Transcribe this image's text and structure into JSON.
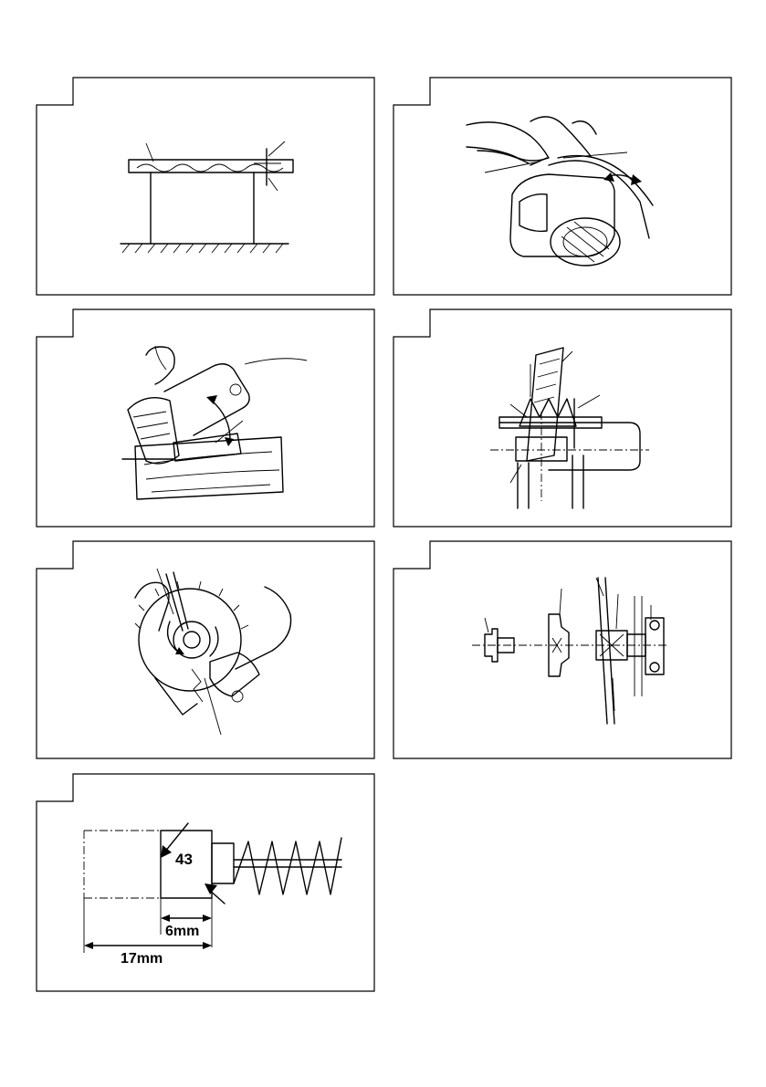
{
  "figure7": {
    "wear_limit_label": "6mm",
    "new_length_label": "17mm",
    "brush_number": "43"
  }
}
